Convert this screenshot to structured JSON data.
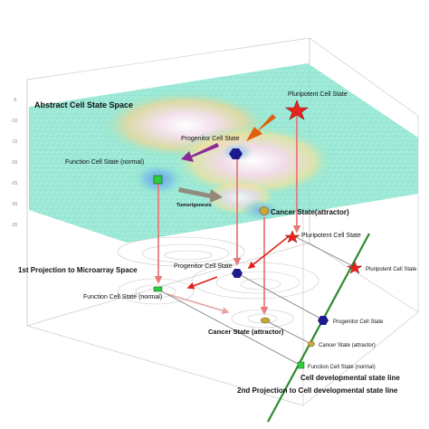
{
  "labels": {
    "abstract_space": "Abstract Cell State Space",
    "pluripotent_top": "Pluripotent Cell State",
    "progenitor_top": "Progenitor Cell State",
    "function_top": "Function Cell State (normal)",
    "tumorigenesis": "Tumorigenesis",
    "cancer_top": "Cancer State(attractor)",
    "projection1": "1st Projection to Microarray Space",
    "pluripotent_mid": "Pluripotent Cell State",
    "progenitor_mid": "Progenitor Cell State",
    "function_mid": "Function Cell State (normal)",
    "cancer_mid": "Cancer State (attractor)",
    "pluripotent_line": "Pluripotent Cell State",
    "progenitor_line": "Progenitor Cell State",
    "cancer_line": "Cancer State (attractor)",
    "function_line": "Function Cell State (normal)",
    "dev_line": "Cell developmental state line",
    "projection2": "2nd Projection to Cell developmental state line"
  },
  "axis_ticks": [
    "-5",
    "-10",
    "-15",
    "-20",
    "-25",
    "-30",
    "-35"
  ],
  "colors": {
    "pluripotent": "#e8231e",
    "progenitor": "#1c1a8c",
    "function": "#2ecc40",
    "cancer": "#c8a83a",
    "projection_arrow": "#e87a7a",
    "dev_line": "#2d8a2d",
    "purple_arrow": "#8a2a9a",
    "orange_arrow": "#e0600e",
    "gray_arrow": "#8e7f76"
  },
  "icons": {
    "pluripotent": "red-star",
    "progenitor": "blue-hexagon",
    "function": "green-square",
    "cancer": "gold-ellipse"
  }
}
